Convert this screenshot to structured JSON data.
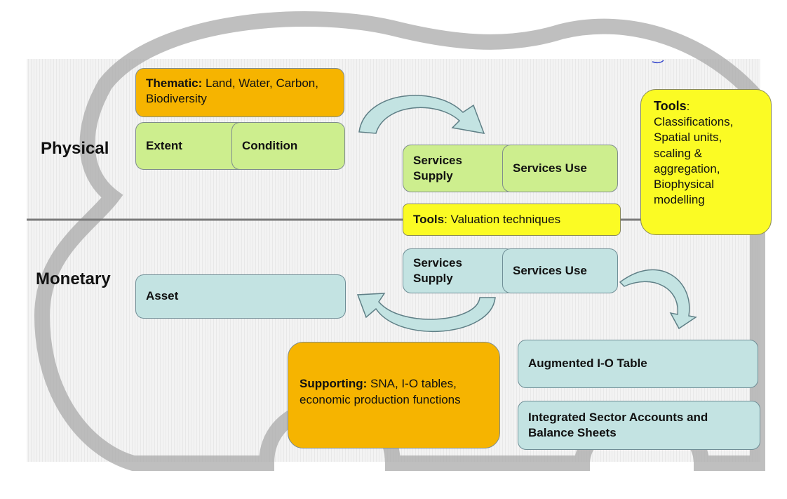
{
  "rows": {
    "physical": "Physical",
    "monetary": "Monetary"
  },
  "thematic": {
    "head": "Thematic:",
    "text": " Land, Water, Carbon, Biodiversity"
  },
  "extent": "Extent",
  "condition": "Condition",
  "physical_services": {
    "supply": "Services Supply",
    "use": "Services Use"
  },
  "valuation": {
    "head": "Tools",
    "text": ": Valuation techniques"
  },
  "monetary_services": {
    "supply": "Services Supply",
    "use": "Services Use"
  },
  "asset": "Asset",
  "tools_box": {
    "head": "Tools",
    "text": ": Classifications, Spatial units, scaling & aggregation, Biophysical modelling"
  },
  "supporting": {
    "head": "Supporting:",
    "text": " SNA, I-O tables, economic production functions"
  },
  "augmented": "Augmented I-O Table",
  "integrated": "Integrated Sector Accounts and Balance Sheets",
  "colors": {
    "orange": "#f6b400",
    "green": "#cdee8e",
    "blue": "#c3e3e2",
    "yellow": "#fbfb24",
    "arrow": "#c3e3e2"
  }
}
